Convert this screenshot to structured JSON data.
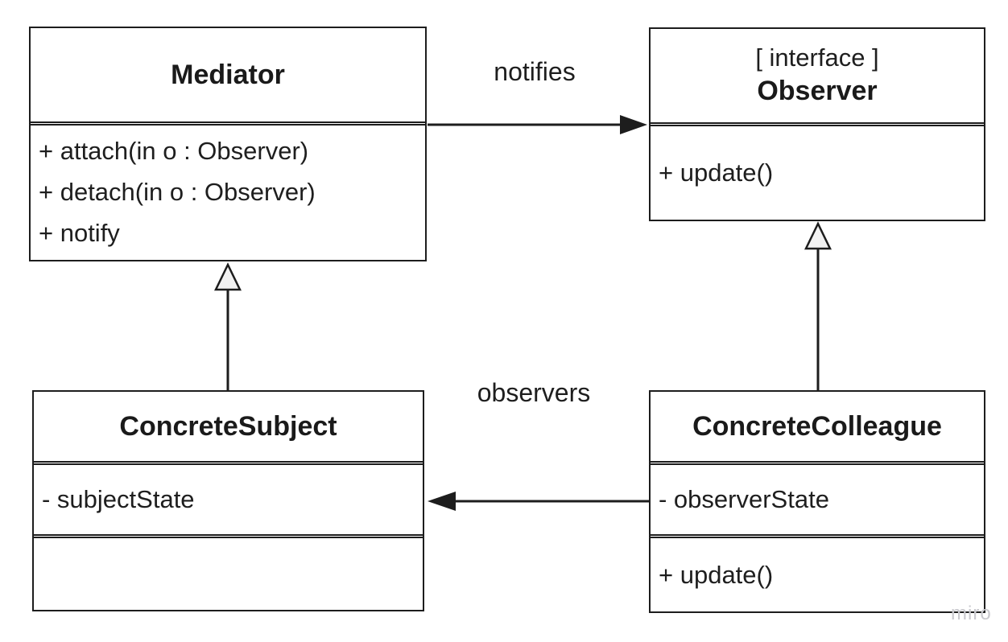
{
  "diagram": {
    "type": "uml-class-diagram",
    "classes": [
      {
        "id": "mediator",
        "stereotype": "",
        "name": "Mediator",
        "compartments": [
          [
            "+ attach(in o : Observer)",
            "+ detach(in o : Observer)",
            "+ notify"
          ]
        ]
      },
      {
        "id": "observer",
        "stereotype": "[ interface ]",
        "name": "Observer",
        "compartments": [
          [
            "+ update()"
          ]
        ]
      },
      {
        "id": "concrete-subject",
        "stereotype": "",
        "name": "ConcreteSubject",
        "compartments": [
          [
            "- subjectState"
          ],
          []
        ]
      },
      {
        "id": "concrete-colleague",
        "stereotype": "",
        "name": "ConcreteColleague",
        "compartments": [
          [
            "- observerState"
          ],
          [
            "+ update()"
          ]
        ]
      }
    ],
    "edges": [
      {
        "type": "association",
        "label": "notifies",
        "from": "Mediator",
        "to": "Observer",
        "arrowhead": "filled"
      },
      {
        "type": "association",
        "label": "observers",
        "from": "ConcreteColleague",
        "to": "ConcreteSubject",
        "arrowhead": "filled"
      },
      {
        "type": "generalization",
        "label": "",
        "from": "ConcreteSubject",
        "to": "Mediator",
        "arrowhead": "hollow-triangle"
      },
      {
        "type": "generalization",
        "label": "",
        "from": "ConcreteColleague",
        "to": "Observer",
        "arrowhead": "hollow-triangle"
      }
    ],
    "watermark": "miro",
    "colors": {
      "line": "#1d1d1d",
      "text": "#1e1e1e",
      "background": "#ffffff",
      "triangle_fill": "#f2f2f2",
      "watermark": "#c9c9ce"
    }
  }
}
